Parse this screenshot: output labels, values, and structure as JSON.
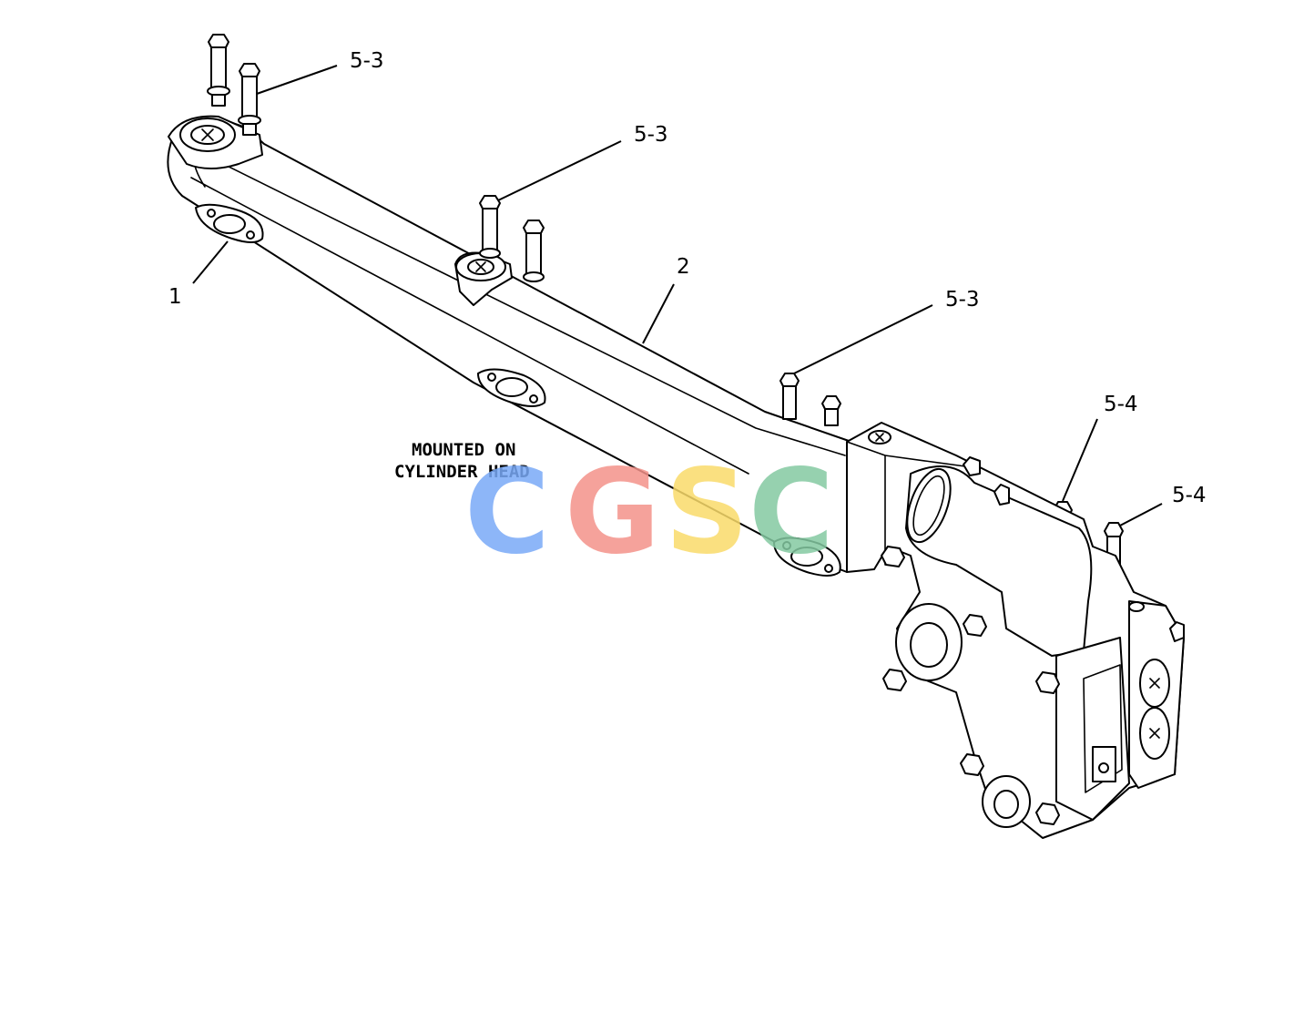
{
  "callouts": [
    {
      "id": "c1",
      "label": "5-3"
    },
    {
      "id": "c2",
      "label": "5-3"
    },
    {
      "id": "c3",
      "label": "2"
    },
    {
      "id": "c4",
      "label": "5-3"
    },
    {
      "id": "c5",
      "label": "1"
    },
    {
      "id": "c6",
      "label": "5-4"
    },
    {
      "id": "c7",
      "label": "5-4"
    }
  ],
  "note": {
    "line1": "MOUNTED ON",
    "line2": "CYLINDER HEAD"
  },
  "watermark": {
    "letters": [
      "C",
      "G",
      "S",
      "C"
    ],
    "colors": [
      "#7aaaf7",
      "#f4928a",
      "#fadb6a",
      "#84c9a2"
    ]
  }
}
